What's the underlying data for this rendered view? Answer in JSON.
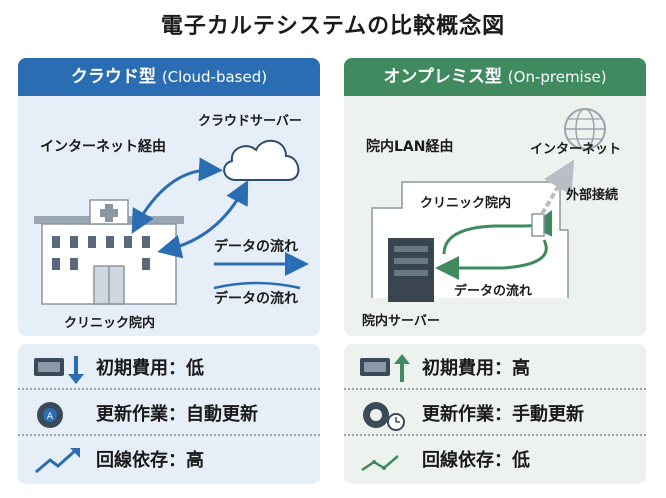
{
  "title": "電子カルテシステムの比較概念図",
  "cloud": {
    "header": "クラウド型",
    "header_sub": "(Cloud-based)",
    "internet_label": "インターネット経由",
    "server_label": "クラウドサーバー",
    "flow_label_1": "データの流れ",
    "flow_label_2": "データの流れ",
    "clinic_label": "クリニック院内",
    "features": [
      "初期費用：低",
      "更新作業：自動更新",
      "回線依存：高"
    ]
  },
  "onprem": {
    "header": "オンプレミス型",
    "header_sub": "(On-premise)",
    "lan_label": "院内LAN経由",
    "internet_label": "インターネット",
    "external_label": "外部接続",
    "clinic_label": "クリニック院内",
    "flow_label": "データの流れ",
    "server_label": "院内サーバー",
    "features": [
      "初期費用：高",
      "更新作業：手動更新",
      "回線依存：低"
    ]
  },
  "colors": {
    "cloud_accent": "#2b6db3",
    "onprem_accent": "#3f8a5f"
  }
}
